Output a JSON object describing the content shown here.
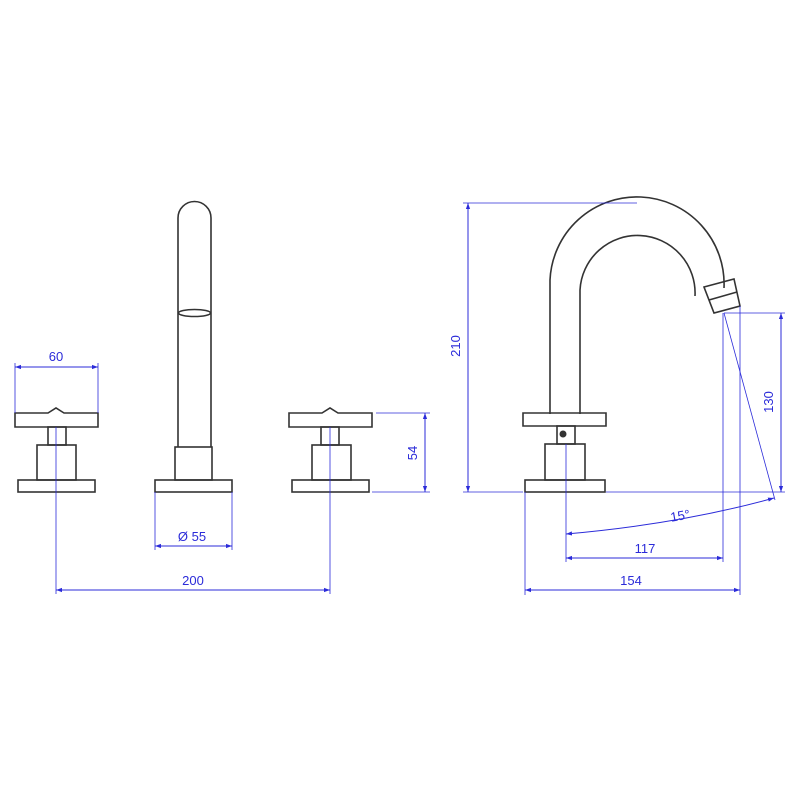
{
  "colors": {
    "outline": "#333333",
    "dimension": "#2b2bd9",
    "background": "#ffffff"
  },
  "dimensions": {
    "handle_width": "60",
    "handle_height": "54",
    "base_diameter": "Ø 55",
    "handle_spacing": "200",
    "spout_height": "210",
    "outlet_height": "130",
    "spray_angle": "15°",
    "reach_outlet": "117",
    "reach_total": "154"
  }
}
